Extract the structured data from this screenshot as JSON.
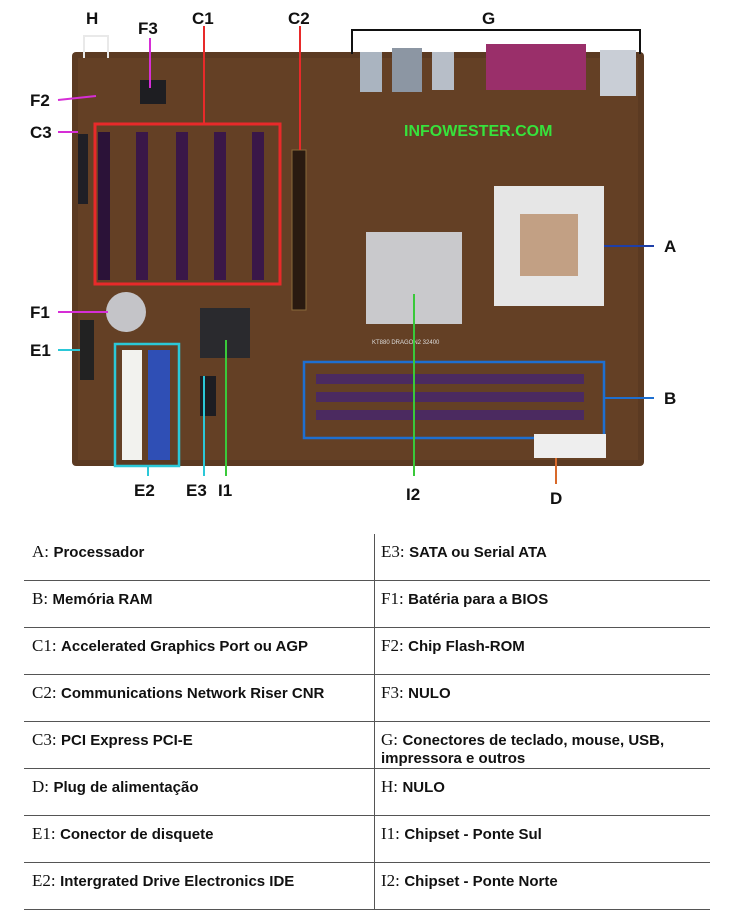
{
  "labels": {
    "H": "H",
    "F3": "F3",
    "C1": "C1",
    "C2": "C2",
    "G": "G",
    "F2": "F2",
    "C3": "C3",
    "F1": "F1",
    "E1": "E1",
    "A": "A",
    "B": "B",
    "E2": "E2",
    "E3": "E3",
    "I1": "I1",
    "I2": "I2",
    "D": "D"
  },
  "watermark": "INFOWESTER.COM",
  "silkscreen": "KT880 DRAGON2 32400",
  "colors": {
    "board": "#5b3a22",
    "C1": "#e82a2a",
    "C2": "#e82a2a",
    "F1": "#d62ed6",
    "F2": "#d62ed6",
    "F3": "#d62ed6",
    "E1": "#2bc8d8",
    "E2": "#2bc8d8",
    "B": "#1e6fd0",
    "A": "#1e3fa8",
    "I1": "#39c93a",
    "I2": "#39c93a",
    "D": "#d8692a"
  },
  "legend": [
    {
      "lcode": "A:",
      "ldesc": "Processador",
      "rcode": "E3:",
      "rdesc": "SATA ou Serial ATA"
    },
    {
      "lcode": "B:",
      "ldesc": "Memória RAM",
      "rcode": "F1:",
      "rdesc": "Batéria para a BIOS"
    },
    {
      "lcode": "C1:",
      "ldesc": "Accelerated Graphics Port ou AGP",
      "rcode": "F2:",
      "rdesc": "Chip Flash-ROM"
    },
    {
      "lcode": "C2:",
      "ldesc": "Communications Network Riser CNR",
      "rcode": "F3:",
      "rdesc": "NULO"
    },
    {
      "lcode": "C3:",
      "ldesc": "PCI Express PCI-E",
      "rcode": "G:",
      "rdesc": "Conectores de teclado, mouse, USB, impressora e outros"
    },
    {
      "lcode": "D:",
      "ldesc": "Plug de alimentação",
      "rcode": "H:",
      "rdesc": "NULO"
    },
    {
      "lcode": "E1:",
      "ldesc": "Conector de disquete",
      "rcode": "I1:",
      "rdesc": "Chipset - Ponte Sul"
    },
    {
      "lcode": "E2:",
      "ldesc": "Intergrated Drive Electronics IDE",
      "rcode": "I2:",
      "rdesc": "Chipset - Ponte Norte"
    }
  ]
}
